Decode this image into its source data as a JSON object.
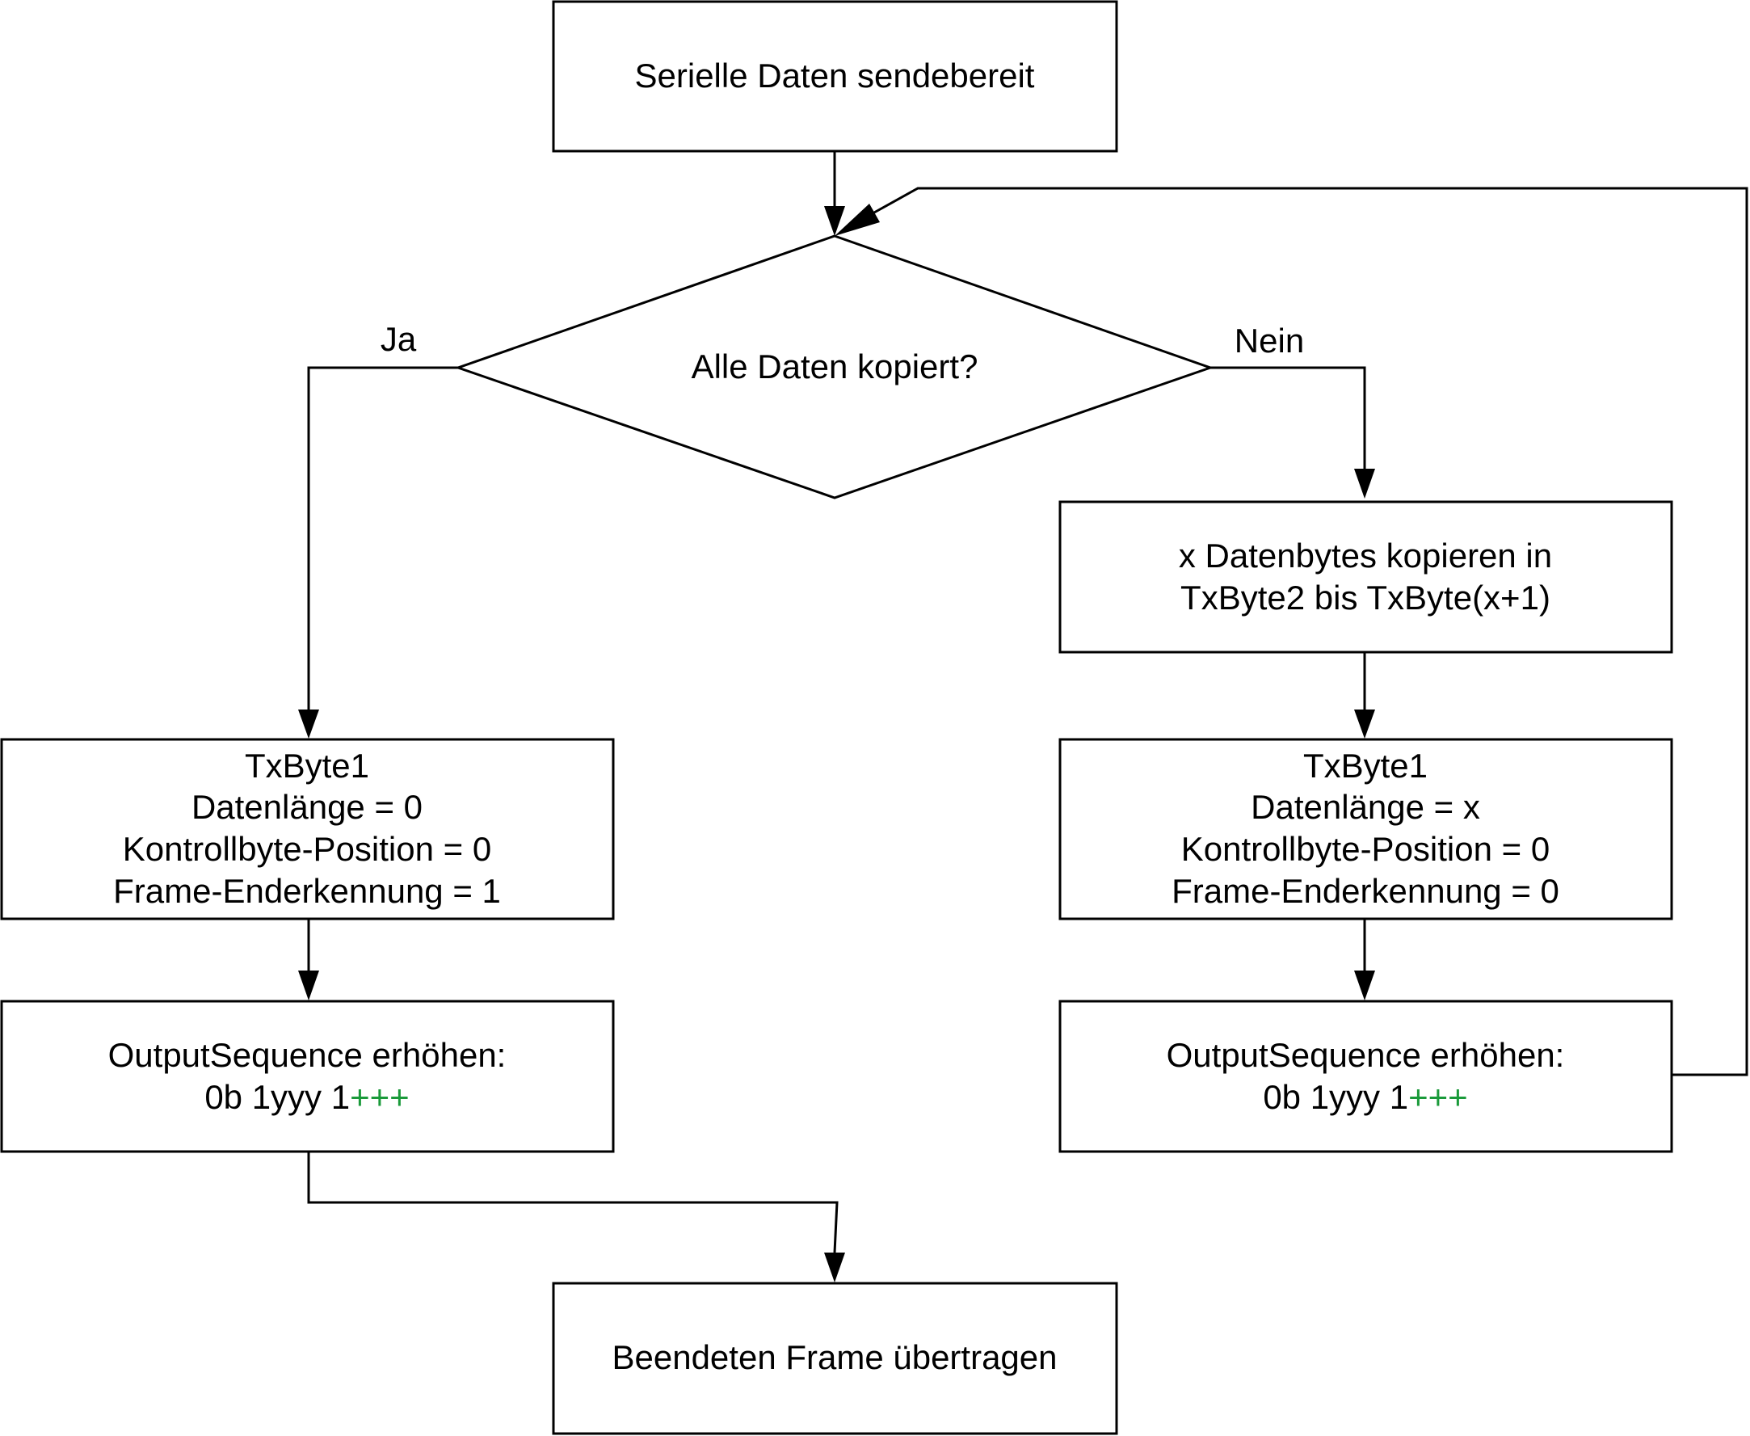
{
  "nodes": {
    "start": {
      "text": "Serielle Daten sendebereit"
    },
    "decision": {
      "text": "Alle Daten kopiert?"
    },
    "copy_bytes": {
      "line1": "x Datenbytes kopieren in",
      "line2": "TxByte2 bis TxByte(x+1)"
    },
    "txbyte_yes": {
      "line1": "TxByte1",
      "line2": "Datenlänge = 0",
      "line3": "Kontrollbyte-Position = 0",
      "line4": "Frame-Enderkennung = 1"
    },
    "txbyte_no": {
      "line1": "TxByte1",
      "line2": "Datenlänge = x",
      "line3": "Kontrollbyte-Position = 0",
      "line4": "Frame-Enderkennung = 0"
    },
    "seq_yes": {
      "line1": "OutputSequence erhöhen:",
      "line2_prefix": "0b 1yyy 1",
      "line2_suffix": "+++"
    },
    "seq_no": {
      "line1": "OutputSequence erhöhen:",
      "line2_prefix": "0b 1yyy 1",
      "line2_suffix": "+++"
    },
    "end": {
      "text": "Beendeten Frame übertragen"
    }
  },
  "edges": {
    "yes_label": "Ja",
    "no_label": "Nein"
  },
  "colors": {
    "stroke": "#000000",
    "fill": "#ffffff",
    "highlight": "#1a9a3a"
  }
}
